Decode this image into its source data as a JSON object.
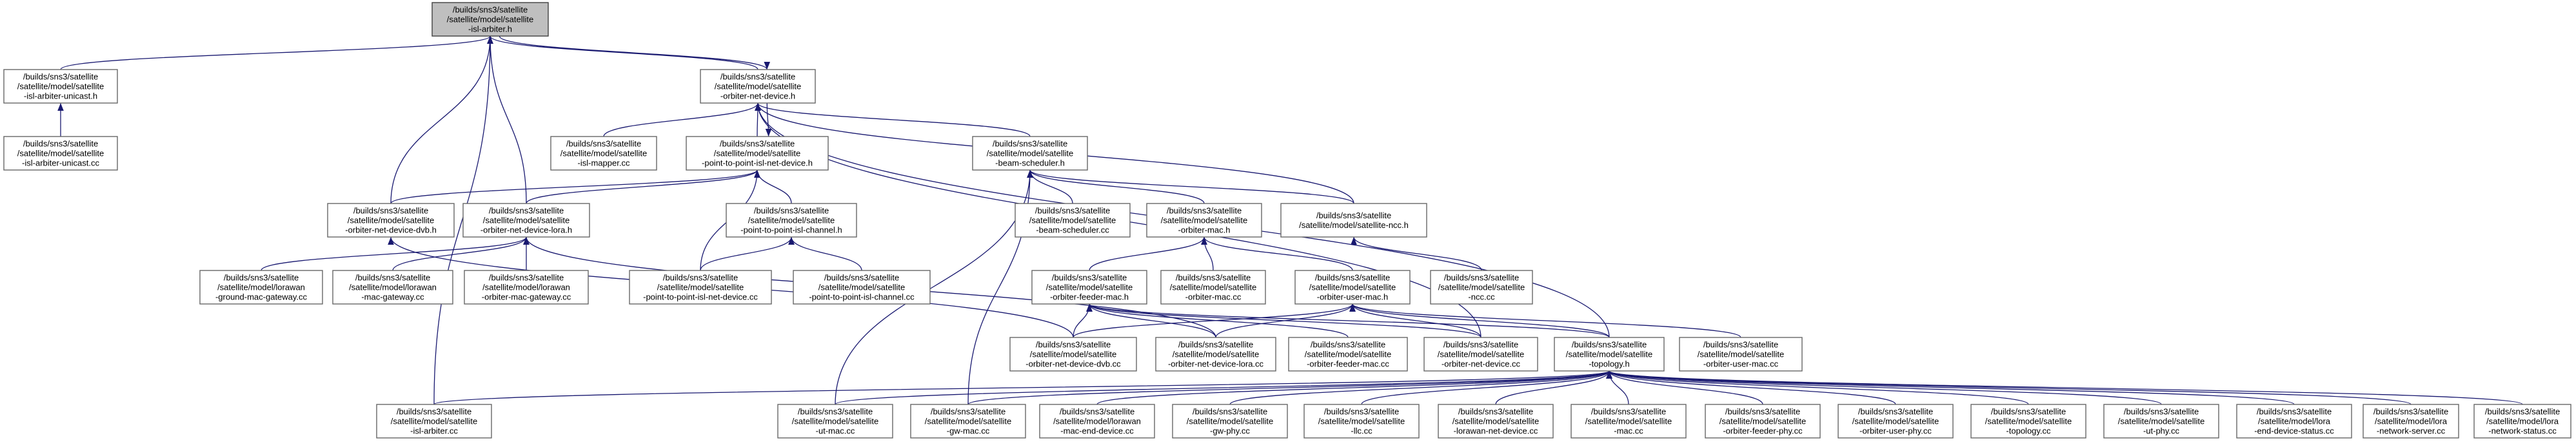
{
  "colors": {
    "edge": "#191970",
    "focus_fill": "#bfbfbf",
    "node_border": "#666666"
  },
  "nodes": [
    {
      "id": "arbiter_h",
      "lines": [
        "/builds/sns3/satellite",
        "/satellite/model/satellite",
        "-isl-arbiter.h"
      ],
      "focus": true
    },
    {
      "id": "unicast_h",
      "lines": [
        "/builds/sns3/satellite",
        "/satellite/model/satellite",
        "-isl-arbiter-unicast.h"
      ]
    },
    {
      "id": "orbiter_dev_h",
      "lines": [
        "/builds/sns3/satellite",
        "/satellite/model/satellite",
        "-orbiter-net-device.h"
      ]
    },
    {
      "id": "unicast_cc",
      "lines": [
        "/builds/sns3/satellite",
        "/satellite/model/satellite",
        "-isl-arbiter-unicast.cc"
      ]
    },
    {
      "id": "isl_mapper_cc",
      "lines": [
        "/builds/sns3/satellite",
        "/satellite/model/satellite",
        "-isl-mapper.cc"
      ]
    },
    {
      "id": "p2p_dev_h",
      "lines": [
        "/builds/sns3/satellite",
        "/satellite/model/satellite",
        "-point-to-point-isl-net-device.h"
      ]
    },
    {
      "id": "beam_sched_h",
      "lines": [
        "/builds/sns3/satellite",
        "/satellite/model/satellite",
        "-beam-scheduler.h"
      ]
    },
    {
      "id": "dvb_h",
      "lines": [
        "/builds/sns3/satellite",
        "/satellite/model/satellite",
        "-orbiter-net-device-dvb.h"
      ]
    },
    {
      "id": "lora_h",
      "lines": [
        "/builds/sns3/satellite",
        "/satellite/model/satellite",
        "-orbiter-net-device-lora.h"
      ]
    },
    {
      "id": "p2p_chan_h",
      "lines": [
        "/builds/sns3/satellite",
        "/satellite/model/satellite",
        "-point-to-point-isl-channel.h"
      ]
    },
    {
      "id": "beam_sched_cc",
      "lines": [
        "/builds/sns3/satellite",
        "/satellite/model/satellite",
        "-beam-scheduler.cc"
      ]
    },
    {
      "id": "orbiter_mac_h",
      "lines": [
        "/builds/sns3/satellite",
        "/satellite/model/satellite",
        "-orbiter-mac.h"
      ]
    },
    {
      "id": "ncc_h",
      "lines": [
        "/builds/sns3/satellite",
        "/satellite/model/satellite-ncc.h"
      ]
    },
    {
      "id": "lorawan_gs_cc",
      "lines": [
        "/builds/sns3/satellite",
        "/satellite/model/lorawan",
        "-ground-mac-gateway.cc"
      ]
    },
    {
      "id": "lorawan_mac_gw_cc",
      "lines": [
        "/builds/sns3/satellite",
        "/satellite/model/lorawan",
        "-mac-gateway.cc"
      ]
    },
    {
      "id": "lorawan_orb_gw_cc",
      "lines": [
        "/builds/sns3/satellite",
        "/satellite/model/lorawan",
        "-orbiter-mac-gateway.cc"
      ]
    },
    {
      "id": "p2p_dev_cc",
      "lines": [
        "/builds/sns3/satellite",
        "/satellite/model/satellite",
        "-point-to-point-isl-net-device.cc"
      ]
    },
    {
      "id": "p2p_chan_cc",
      "lines": [
        "/builds/sns3/satellite",
        "/satellite/model/satellite",
        "-point-to-point-isl-channel.cc"
      ]
    },
    {
      "id": "feeder_mac_h",
      "lines": [
        "/builds/sns3/satellite",
        "/satellite/model/satellite",
        "-orbiter-feeder-mac.h"
      ]
    },
    {
      "id": "orbiter_mac_cc",
      "lines": [
        "/builds/sns3/satellite",
        "/satellite/model/satellite",
        "-orbiter-mac.cc"
      ]
    },
    {
      "id": "user_mac_h",
      "lines": [
        "/builds/sns3/satellite",
        "/satellite/model/satellite",
        "-orbiter-user-mac.h"
      ]
    },
    {
      "id": "ncc_cc",
      "lines": [
        "/builds/sns3/satellite",
        "/satellite/model/satellite",
        "-ncc.cc"
      ]
    },
    {
      "id": "dvb_cc",
      "lines": [
        "/builds/sns3/satellite",
        "/satellite/model/satellite",
        "-orbiter-net-device-dvb.cc"
      ]
    },
    {
      "id": "lora_cc",
      "lines": [
        "/builds/sns3/satellite",
        "/satellite/model/satellite",
        "-orbiter-net-device-lora.cc"
      ]
    },
    {
      "id": "feeder_mac_cc",
      "lines": [
        "/builds/sns3/satellite",
        "/satellite/model/satellite",
        "-orbiter-feeder-mac.cc"
      ]
    },
    {
      "id": "orbiter_dev_cc",
      "lines": [
        "/builds/sns3/satellite",
        "/satellite/model/satellite",
        "-orbiter-net-device.cc"
      ]
    },
    {
      "id": "topology_h",
      "lines": [
        "/builds/sns3/satellite",
        "/satellite/model/satellite",
        "-topology.h"
      ]
    },
    {
      "id": "user_mac_cc",
      "lines": [
        "/builds/sns3/satellite",
        "/satellite/model/satellite",
        "-orbiter-user-mac.cc"
      ]
    },
    {
      "id": "arbiter_cc",
      "lines": [
        "/builds/sns3/satellite",
        "/satellite/model/satellite",
        "-isl-arbiter.cc"
      ]
    },
    {
      "id": "ut_mac_cc",
      "lines": [
        "/builds/sns3/satellite",
        "/satellite/model/satellite",
        "-ut-mac.cc"
      ]
    },
    {
      "id": "gw_mac_cc",
      "lines": [
        "/builds/sns3/satellite",
        "/satellite/model/satellite",
        "-gw-mac.cc"
      ]
    },
    {
      "id": "lorawan_med_cc",
      "lines": [
        "/builds/sns3/satellite",
        "/satellite/model/lorawan",
        "-mac-end-device.cc"
      ]
    },
    {
      "id": "gw_phy_cc",
      "lines": [
        "/builds/sns3/satellite",
        "/satellite/model/satellite",
        "-gw-phy.cc"
      ]
    },
    {
      "id": "llc_cc",
      "lines": [
        "/builds/sns3/satellite",
        "/satellite/model/satellite",
        "-llc.cc"
      ]
    },
    {
      "id": "lorawan_nd_cc",
      "lines": [
        "/builds/sns3/satellite",
        "/satellite/model/satellite",
        "-lorawan-net-device.cc"
      ]
    },
    {
      "id": "mac_cc",
      "lines": [
        "/builds/sns3/satellite",
        "/satellite/model/satellite",
        "-mac.cc"
      ]
    },
    {
      "id": "feeder_phy_cc",
      "lines": [
        "/builds/sns3/satellite",
        "/satellite/model/satellite",
        "-orbiter-feeder-phy.cc"
      ]
    },
    {
      "id": "user_phy_cc",
      "lines": [
        "/builds/sns3/satellite",
        "/satellite/model/satellite",
        "-orbiter-user-phy.cc"
      ]
    },
    {
      "id": "topology_cc",
      "lines": [
        "/builds/sns3/satellite",
        "/satellite/model/satellite",
        "-topology.cc"
      ]
    },
    {
      "id": "ut_phy_cc",
      "lines": [
        "/builds/sns3/satellite",
        "/satellite/model/satellite",
        "-ut-phy.cc"
      ]
    },
    {
      "id": "lora_eds_cc",
      "lines": [
        "/builds/sns3/satellite",
        "/satellite/model/lora",
        "-end-device-status.cc"
      ]
    },
    {
      "id": "lora_ns_cc",
      "lines": [
        "/builds/sns3/satellite",
        "/satellite/model/lora",
        "-network-server.cc"
      ]
    },
    {
      "id": "lora_nst_cc",
      "lines": [
        "/builds/sns3/satellite",
        "/satellite/model/lora",
        "-network-status.cc"
      ]
    }
  ],
  "edges": [
    [
      "unicast_h",
      "arbiter_h"
    ],
    [
      "orbiter_dev_h",
      "arbiter_h"
    ],
    [
      "arbiter_h",
      "orbiter_dev_h"
    ],
    [
      "dvb_h",
      "arbiter_h"
    ],
    [
      "lora_h",
      "arbiter_h"
    ],
    [
      "arbiter_cc",
      "arbiter_h"
    ],
    [
      "unicast_cc",
      "unicast_h"
    ],
    [
      "isl_mapper_cc",
      "orbiter_dev_h"
    ],
    [
      "p2p_dev_h",
      "orbiter_dev_h"
    ],
    [
      "orbiter_dev_h",
      "p2p_dev_h"
    ],
    [
      "beam_sched_h",
      "orbiter_dev_h"
    ],
    [
      "ncc_h",
      "orbiter_dev_h"
    ],
    [
      "topology_h",
      "orbiter_dev_h"
    ],
    [
      "orbiter_dev_cc",
      "orbiter_dev_h"
    ],
    [
      "dvb_h",
      "p2p_dev_h"
    ],
    [
      "lora_h",
      "p2p_dev_h"
    ],
    [
      "p2p_chan_h",
      "p2p_dev_h"
    ],
    [
      "p2p_dev_cc",
      "p2p_dev_h"
    ],
    [
      "p2p_dev_cc",
      "p2p_chan_h"
    ],
    [
      "p2p_chan_cc",
      "p2p_chan_h"
    ],
    [
      "dvb_cc",
      "dvb_h"
    ],
    [
      "lorawan_gs_cc",
      "lora_h"
    ],
    [
      "lorawan_mac_gw_cc",
      "lora_h"
    ],
    [
      "lorawan_orb_gw_cc",
      "lora_h"
    ],
    [
      "lora_cc",
      "lora_h"
    ],
    [
      "beam_sched_cc",
      "beam_sched_h"
    ],
    [
      "orbiter_mac_h",
      "beam_sched_h"
    ],
    [
      "ncc_h",
      "beam_sched_h"
    ],
    [
      "ut_mac_cc",
      "beam_sched_h"
    ],
    [
      "gw_mac_cc",
      "beam_sched_h"
    ],
    [
      "ncc_cc",
      "ncc_h"
    ],
    [
      "feeder_mac_h",
      "orbiter_mac_h"
    ],
    [
      "orbiter_mac_cc",
      "orbiter_mac_h"
    ],
    [
      "user_mac_h",
      "orbiter_mac_h"
    ],
    [
      "dvb_cc",
      "feeder_mac_h"
    ],
    [
      "lora_cc",
      "feeder_mac_h"
    ],
    [
      "feeder_mac_cc",
      "feeder_mac_h"
    ],
    [
      "orbiter_dev_cc",
      "feeder_mac_h"
    ],
    [
      "topology_h",
      "feeder_mac_h"
    ],
    [
      "dvb_cc",
      "user_mac_h"
    ],
    [
      "lora_cc",
      "user_mac_h"
    ],
    [
      "orbiter_dev_cc",
      "user_mac_h"
    ],
    [
      "topology_h",
      "user_mac_h"
    ],
    [
      "user_mac_cc",
      "user_mac_h"
    ],
    [
      "arbiter_cc",
      "topology_h"
    ],
    [
      "ut_mac_cc",
      "topology_h"
    ],
    [
      "gw_mac_cc",
      "topology_h"
    ],
    [
      "lorawan_med_cc",
      "topology_h"
    ],
    [
      "gw_phy_cc",
      "topology_h"
    ],
    [
      "llc_cc",
      "topology_h"
    ],
    [
      "lorawan_nd_cc",
      "topology_h"
    ],
    [
      "mac_cc",
      "topology_h"
    ],
    [
      "feeder_phy_cc",
      "topology_h"
    ],
    [
      "user_phy_cc",
      "topology_h"
    ],
    [
      "topology_cc",
      "topology_h"
    ],
    [
      "ut_phy_cc",
      "topology_h"
    ],
    [
      "lora_eds_cc",
      "topology_h"
    ],
    [
      "lora_ns_cc",
      "topology_h"
    ],
    [
      "lora_nst_cc",
      "topology_h"
    ]
  ]
}
